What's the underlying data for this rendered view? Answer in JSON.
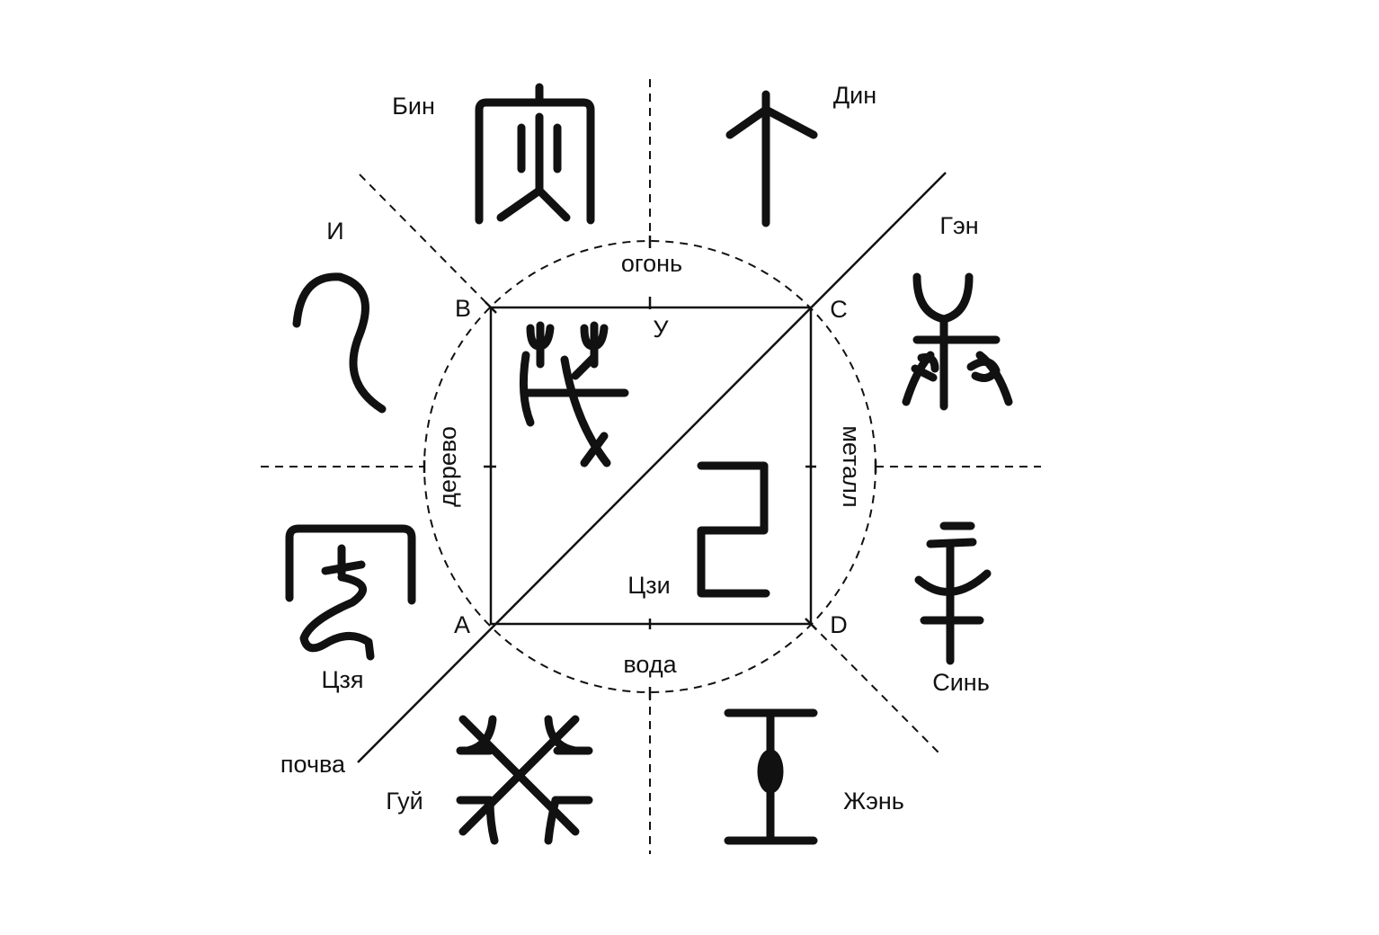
{
  "elements": {
    "fire": "огонь",
    "wood": "дерево",
    "metal": "металл",
    "water": "вода",
    "earth": "почва"
  },
  "corners": {
    "a": "A",
    "b": "B",
    "c": "C",
    "d": "D"
  },
  "center_top_label": "У",
  "stems": {
    "bing": "Бин",
    "ding": "Дин",
    "geng": "Гэн",
    "yi": "И",
    "xin": "Синь",
    "jia": "Цзя",
    "gui": "Гуй",
    "ren": "Жэнь",
    "ji": "Цзи"
  }
}
